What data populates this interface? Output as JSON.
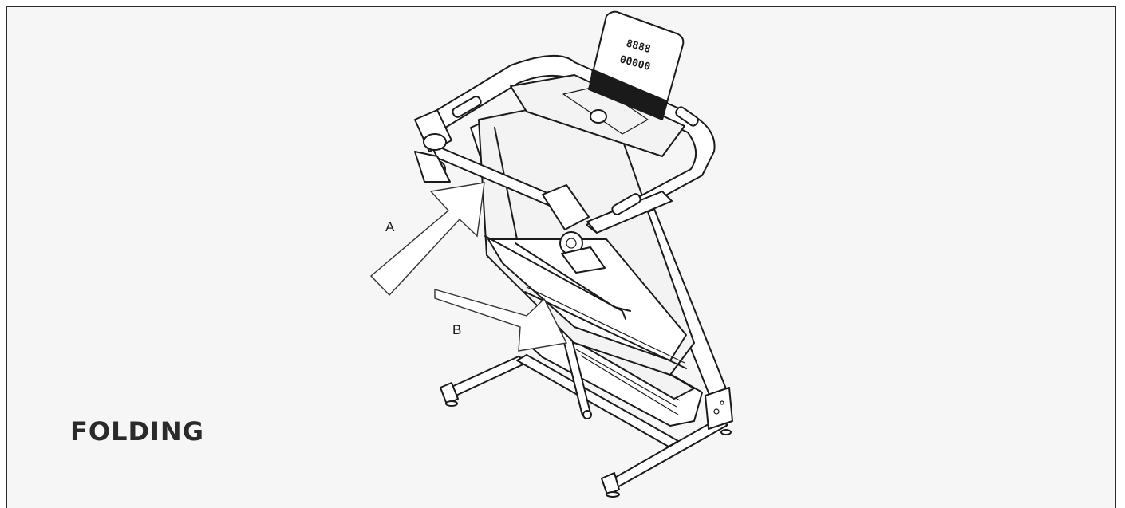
{
  "section": {
    "title": "FOLDING"
  },
  "callouts": {
    "a": "A",
    "b": "B"
  },
  "console_display": {
    "top_row": "8888",
    "bottom_row": "00000"
  },
  "colors": {
    "line": "#1a1a1a",
    "background": "#f6f6f6",
    "border": "#2a2a2a"
  }
}
